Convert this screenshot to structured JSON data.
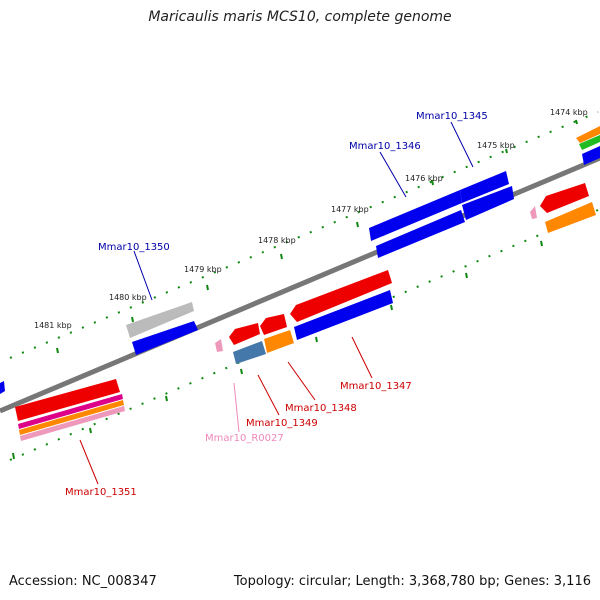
{
  "title": "Maricaulis maris MCS10, complete genome",
  "footer": {
    "accession": "Accession: NC_008347",
    "topology": "Topology: circular; Length: 3,368,780 bp; Genes: 3,116"
  },
  "ticks": [
    "1474 kbp",
    "1475 kbp",
    "1476 kbp",
    "1477 kbp",
    "1478 kbp",
    "1479 kbp",
    "1480 kbp",
    "1481 kbp"
  ],
  "gene_labels": [
    {
      "text": "Mmar10_1345",
      "strand": "forward",
      "color": "#0000aa"
    },
    {
      "text": "Mmar10_1346",
      "strand": "forward",
      "color": "#0000aa"
    },
    {
      "text": "Mmar10_1350",
      "strand": "forward",
      "color": "#0000aa"
    },
    {
      "text": "Mmar10_1347",
      "strand": "reverse",
      "color": "#cc0000"
    },
    {
      "text": "Mmar10_1348",
      "strand": "reverse",
      "color": "#cc0000"
    },
    {
      "text": "Mmar10_1349",
      "strand": "reverse",
      "color": "#cc0000"
    },
    {
      "text": "Mmar10_R0027",
      "strand": "reverse",
      "color": "#ee88bb"
    },
    {
      "text": "Mmar10_1351",
      "strand": "reverse",
      "color": "#cc0000"
    }
  ],
  "colors": {
    "backbone": "#777777",
    "tick": "#118811",
    "cds_forward": "#0000ee",
    "cds_reverse": "#ee0000",
    "category_orange": "#ff8800",
    "category_steelblue": "#4477aa",
    "category_pink": "#ee99bb",
    "category_gray": "#bbbbbb",
    "category_green": "#22bb22",
    "category_magenta": "#dd0088"
  }
}
